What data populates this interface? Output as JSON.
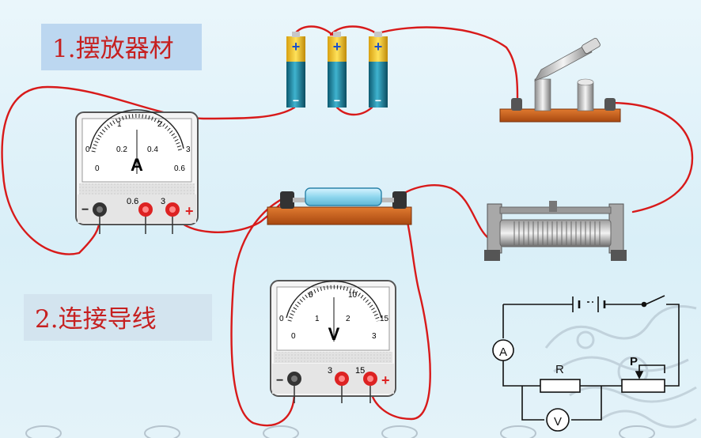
{
  "steps": {
    "step1": "1.摆放器材",
    "step2": "2.连接导线"
  },
  "ammeter": {
    "unit": "A",
    "top_scale": [
      "0",
      "1",
      "2",
      "3"
    ],
    "bottom_scale": [
      "0",
      "0.2",
      "0.4",
      "0.6"
    ],
    "terminals": [
      "−",
      "0.6",
      "3",
      "+"
    ]
  },
  "voltmeter": {
    "unit": "V",
    "top_scale": [
      "0",
      "5",
      "10",
      "15"
    ],
    "bottom_scale": [
      "0",
      "1",
      "2",
      "3"
    ],
    "terminals": [
      "−",
      "3",
      "15",
      "+"
    ]
  },
  "batteries": {
    "count": 3,
    "plus": "+",
    "minus": "−"
  },
  "schematic": {
    "ammeter_symbol": "A",
    "voltmeter_symbol": "V",
    "resistor_label": "R",
    "slider_label": "P"
  },
  "colors": {
    "wire": "#d81a1a",
    "label_text": "#c62020",
    "base_wood": "#c8571a",
    "battery_body": "#1e8aa6",
    "battery_cap": "#f2c21c"
  }
}
